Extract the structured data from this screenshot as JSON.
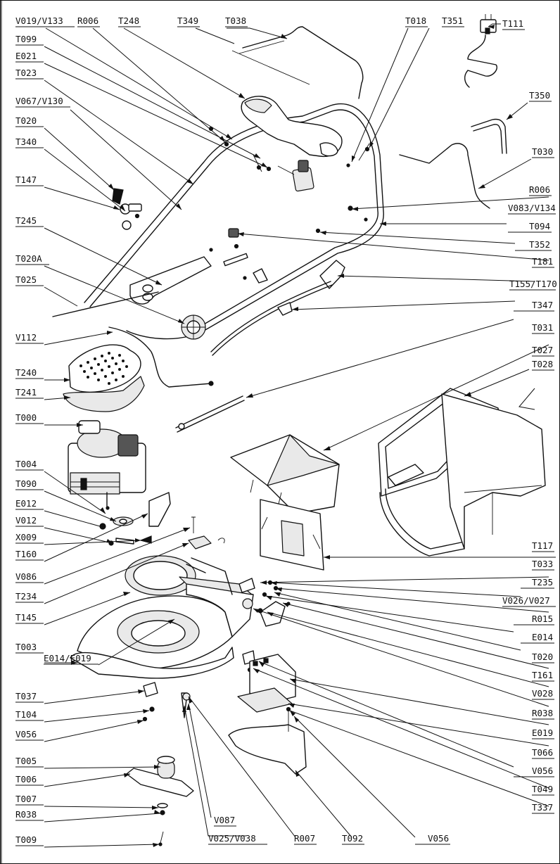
{
  "labels": {
    "V019_V133": "V019/V133",
    "R006_top": "R006",
    "T248": "T248",
    "T349": "T349",
    "T038": "T038",
    "T018": "T018",
    "T351": "T351",
    "T111": "T111",
    "T099": "T099",
    "E021": "E021",
    "T023": "T023",
    "V067_V130": "V067/V130",
    "T020_top": "T020",
    "T340": "T340",
    "T147": "T147",
    "T245": "T245",
    "T020A": "T020A",
    "T025": "T025",
    "V112": "V112",
    "T240": "T240",
    "T241": "T241",
    "T000": "T000",
    "T004": "T004",
    "T090": "T090",
    "E012": "E012",
    "V012": "V012",
    "X009": "X009",
    "T160": "T160",
    "V086": "V086",
    "T234": "T234",
    "T145": "T145",
    "T003": "T003",
    "E014_E019": "E014/E019",
    "T037": "T037",
    "T104": "T104",
    "V056_left": "V056",
    "T005": "T005",
    "T006": "T006",
    "T007": "T007",
    "R038_left": "R038",
    "T009": "T009",
    "T350": "T350",
    "T030": "T030",
    "R006_right": "R006",
    "V083_V134": "V083/V134",
    "T094": "T094",
    "T352": "T352",
    "T181": "T181",
    "T155_T170": "T155/T170",
    "T347": "T347",
    "T031": "T031",
    "T027": "T027",
    "T028": "T028",
    "T117": "T117",
    "T033": "T033",
    "T235": "T235",
    "V026_V027": "V026/V027",
    "R015": "R015",
    "E014_right": "E014",
    "T020_right": "T020",
    "T161": "T161",
    "V028": "V028",
    "R038_right": "R038",
    "E019": "E019",
    "T066": "T066",
    "V056_right": "V056",
    "T049": "T049",
    "T337": "T337",
    "V087": "V087",
    "V025_V038": "V025/V038",
    "R007": "R007",
    "T092": "T092",
    "V056_bottom": "V056"
  }
}
